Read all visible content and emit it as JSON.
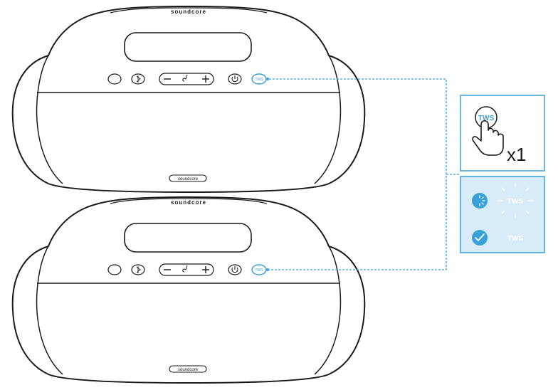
{
  "speakers": [
    {
      "brand_top": "soundcore",
      "brand_bottom": "soundcore",
      "tws_label": "TWS"
    },
    {
      "brand_top": "soundcore",
      "brand_bottom": "soundcore",
      "tws_label": "TWS"
    }
  ],
  "panel": {
    "press": {
      "button_label": "TWS",
      "count": "x1"
    },
    "status": {
      "pairing_label": "TWS",
      "paired_label": "TWS"
    }
  },
  "colors": {
    "line": "#1a1a1a",
    "accent": "#3aa0d8",
    "panel_fill": "#d7ebf8",
    "panel_text": "#ffffff"
  }
}
